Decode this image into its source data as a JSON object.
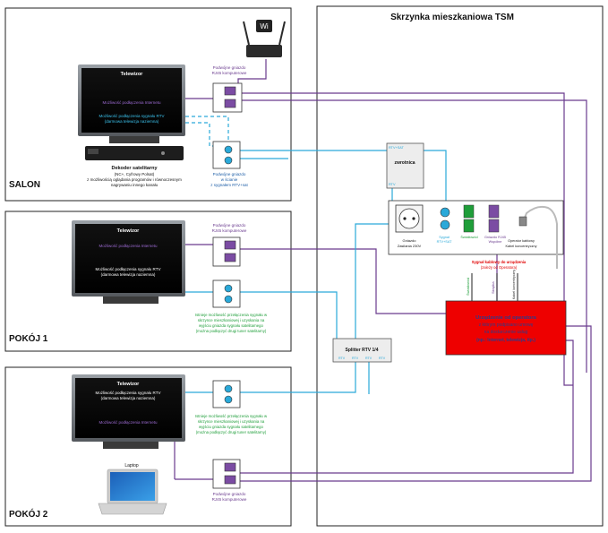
{
  "tsm_box": {
    "title": "Skrzynka mieszkaniowa TSM"
  },
  "rooms": {
    "salon": "SALON",
    "pokoj1": "POKÓJ 1",
    "pokoj2": "POKÓJ 2"
  },
  "salon": {
    "tv_title": "Telewizor",
    "tv_line1": "Możliwość podłączenia Internetu",
    "tv_line2": "Możliwość podłączenia sygnału RTV",
    "tv_line3": "(darmowa telewizja naziemna)",
    "decoder_line1": "Dekoder satelitarny",
    "decoder_line2": "(NC+, Cyfrowy Polsat)",
    "decoder_line3": "z możliwością oglądania programów i równoczesnym",
    "decoder_line4": "nagrywaniu innego kanału",
    "rj45_line1": "Podwójne gniazdo",
    "rj45_line2": "RJ45 komputerowe",
    "sat_line1": "Podwójne gniazdo",
    "sat_line2": "w ścianie",
    "sat_line3": "z sygnałem RTV+sat"
  },
  "pokoj1": {
    "tv_title": "Telewizor",
    "tv_line1": "Możliwość podłączenia Internetu",
    "tv_line2": "Możliwość podłączenia sygnału RTV",
    "tv_line3": "(darmowa telewizja naziemna)",
    "rj45_line1": "Podwójne gniazdo",
    "rj45_line2": "RJ45 komputerowe",
    "note_line1": "Istnieje możliwość przełączenia sygnału w",
    "note_line2": "skrzynce mieszkaniowej i uzyskania na",
    "note_line3": "wyjściu gniazda sygnału satelitarnego",
    "note_line4": "(można podłączyć drugi tuner satelitarny)"
  },
  "pokoj2": {
    "tv_title": "Telewizor",
    "tv_line1": "Możliwość podłączenia sygnału RTV",
    "tv_line2": "(darmowa telewizja naziemna)",
    "tv_line3": "Możliwość podłączenia Internetu",
    "note_line1": "Istnieje możliwość przełączenia sygnału w",
    "note_line2": "skrzynce mieszkaniowej i uzyskania na",
    "note_line3": "wyjściu gniazda sygnału satelitarnego",
    "note_line4": "(można podłączyć drugi tuner satelitarny)",
    "laptop": "Laptop",
    "rj45_line1": "Podwójne gniazdo",
    "rj45_line2": "RJ45 komputerowe"
  },
  "tsm": {
    "splitter_small": "zwrotnica",
    "splitter_in": "RTV+SAT",
    "splitter_out": "RTV",
    "socket_label1": "Gniazdo",
    "socket_label2": "Zasilania 230V",
    "sygnal_label1": "Sygnał",
    "sygnal_label2": "RTV+SAT",
    "swiatlowod_label": "Światłowód",
    "rj45_label1": "Gniazdo RJ45",
    "rj45_label2": "Wspólne",
    "operator_label1": "Operator kablowy",
    "operator_label2": "Kabel koncentryczny",
    "warning_line1": "Sygnał kablowy do urządzenia",
    "warning_line2": "(zależy od Operatora)",
    "vert1": "Światłowód",
    "vert2": "Skrętka",
    "vert3": "Kabel koncentryczny",
    "operator_box_line1": "Urządzenie od operatora",
    "operator_box_line2": "z którym podpisano umowę",
    "operator_box_line3": "na dostarczenie usług",
    "operator_box_line4": "(np.: Internet, telewizja, itp.)",
    "splitter_rtv": "Splitter RTV 1/4",
    "splitter_port": "RTV"
  },
  "colors": {
    "purple": "#6a3b8e",
    "cyan": "#2aa9d9",
    "green": "#1f9e3a",
    "red": "#e00000",
    "navy": "#2d3b8b"
  }
}
